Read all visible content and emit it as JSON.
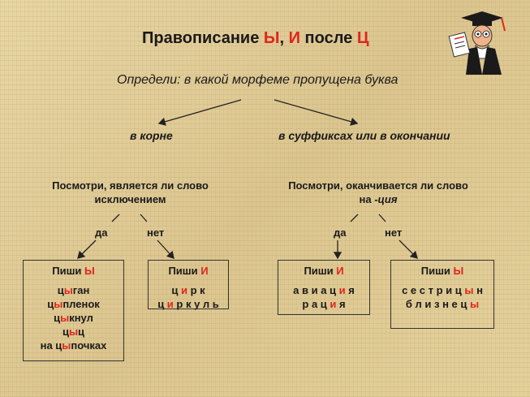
{
  "title": {
    "prefix": "Правописание ",
    "y": "Ы",
    "comma": ", ",
    "i": "И",
    "after": " после ",
    "ts": "Ц"
  },
  "subtitle": "Определи: в какой морфеме пропущена буква",
  "branches": {
    "root": "в корне",
    "suffix": "в суффиксах или в окончании"
  },
  "questions": {
    "left": [
      "Посмотри, является ли слово",
      "исключением"
    ],
    "right_line1": "Посмотри, оканчивается ли слово",
    "right_line2_prefix": "на ",
    "right_line2_suffix": "-ция"
  },
  "answers": {
    "left_yes": "да",
    "left_no": "нет",
    "right_yes": "да",
    "right_no": "нет"
  },
  "boxes": [
    {
      "head_prefix": "Пиши ",
      "head_letter": "Ы",
      "words": [
        [
          "ц",
          "ы",
          "ган"
        ],
        [
          "ц",
          "ы",
          "пленок"
        ],
        [
          "ц",
          "ы",
          "кнул"
        ],
        [
          "ц",
          "ы",
          "ц"
        ],
        [
          "на ц",
          "ы",
          "почках"
        ]
      ]
    },
    {
      "head_prefix": "Пиши ",
      "head_letter": "И",
      "words": [
        [
          "ц ",
          "и",
          " р к"
        ],
        [
          "ц ",
          "и",
          " р к у л ь"
        ]
      ]
    },
    {
      "head_prefix": "Пиши ",
      "head_letter": "И",
      "words": [
        [
          "а в и а ц ",
          "и",
          " я"
        ],
        [
          "р а ц ",
          "и",
          " я"
        ]
      ]
    },
    {
      "head_prefix": "Пиши ",
      "head_letter": "Ы",
      "words": [
        [
          "с е с т р и ц ",
          "ы",
          " н"
        ],
        [
          "б л и з н е ц ",
          "ы",
          ""
        ]
      ]
    }
  ],
  "colors": {
    "accent": "#e0261c",
    "text": "#1a1a1a",
    "background": "#e2cf9b"
  },
  "icons": {
    "corner": "professor-icon"
  }
}
